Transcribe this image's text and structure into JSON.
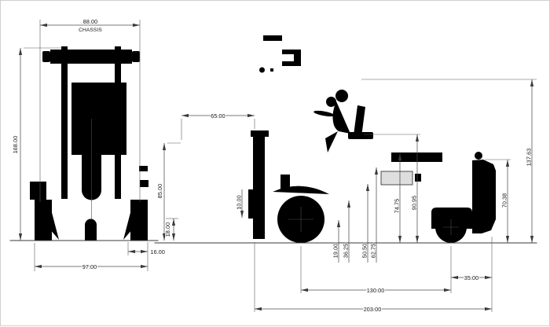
{
  "drawing": {
    "front_view": {
      "dim_chassis_width": "88.00",
      "dim_chassis_label": "CHASSIS",
      "dim_overall_height": "168.00",
      "dim_wheel_width": "16.00",
      "dim_overall_width": "97.00"
    },
    "side_view": {
      "dim_fork_length": "65.00",
      "dim_max_fork_height": "85.00",
      "dim_fork_carriage": "10.00",
      "dim_lowered_fork_height": "18.00",
      "dim_step_height_1": "19.00",
      "dim_step_height_2": "36.25",
      "dim_platform_height": "50.50",
      "dim_hood_height": "62.75",
      "dim_rear_cover_height": "74.75",
      "dim_cowl_height": "90.95",
      "dim_counterweight_height": "70.38",
      "dim_overall_height": "137.63",
      "dim_wheelbase": "130.00",
      "dim_rear_overhang": "35.00",
      "dim_overall_length": "203.00"
    }
  }
}
